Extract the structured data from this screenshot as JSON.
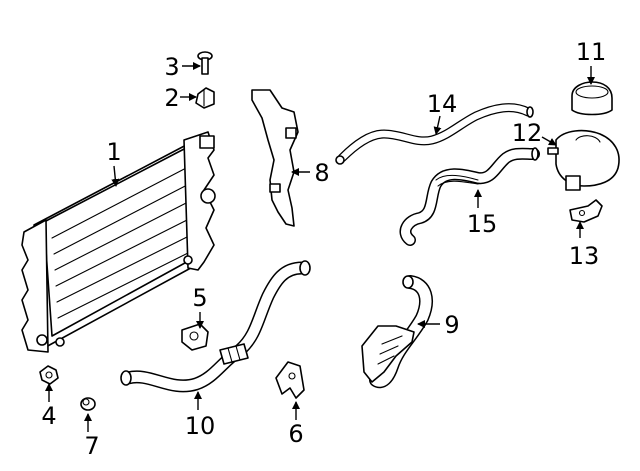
{
  "callouts": [
    {
      "id": "1",
      "label": "1"
    },
    {
      "id": "2",
      "label": "2"
    },
    {
      "id": "3",
      "label": "3"
    },
    {
      "id": "4",
      "label": "4"
    },
    {
      "id": "5",
      "label": "5"
    },
    {
      "id": "6",
      "label": "6"
    },
    {
      "id": "7",
      "label": "7"
    },
    {
      "id": "8",
      "label": "8"
    },
    {
      "id": "9",
      "label": "9"
    },
    {
      "id": "10",
      "label": "10"
    },
    {
      "id": "11",
      "label": "11"
    },
    {
      "id": "12",
      "label": "12"
    },
    {
      "id": "13",
      "label": "13"
    },
    {
      "id": "14",
      "label": "14"
    },
    {
      "id": "15",
      "label": "15"
    }
  ],
  "style": {
    "line_color": "#000000",
    "background": "#ffffff"
  }
}
